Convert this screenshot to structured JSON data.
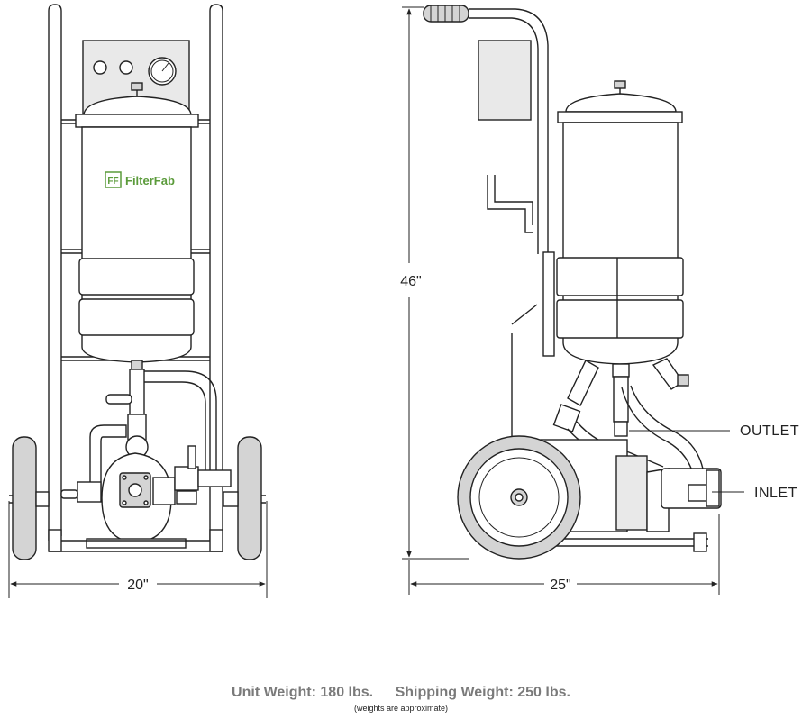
{
  "logo": {
    "mark": "FF",
    "name": "FilterFab",
    "color": "#5b9b3b"
  },
  "dimensions": {
    "width_front": "20\"",
    "height": "46\"",
    "depth_side": "25\""
  },
  "callouts": {
    "outlet": "OUTLET",
    "inlet": "INLET"
  },
  "weights": {
    "unit": "Unit Weight: 180 lbs.",
    "shipping": "Shipping Weight: 250 lbs.",
    "note": "(weights are approximate)"
  }
}
